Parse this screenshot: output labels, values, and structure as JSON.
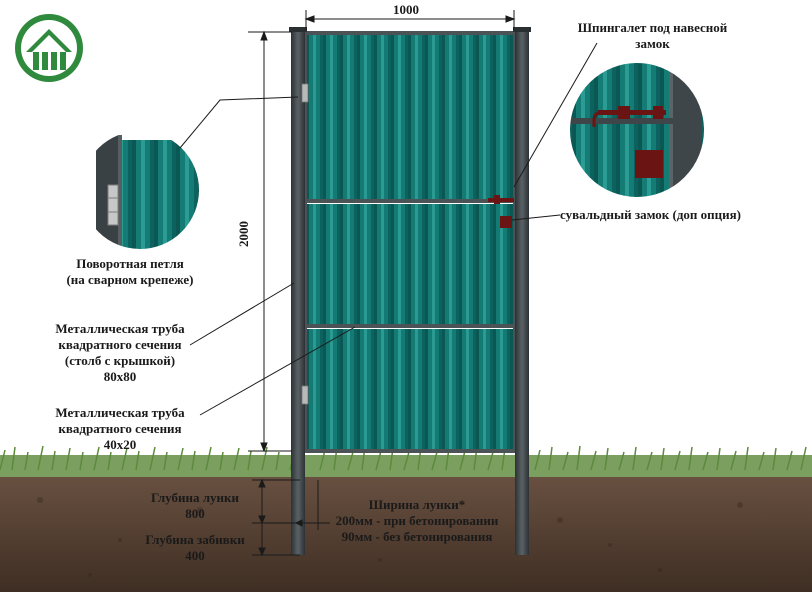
{
  "dimensions": {
    "width": "1000",
    "height": "2000"
  },
  "labels": {
    "latch_line1": "Шпингалет под навесной",
    "latch_line2": "замок",
    "lock": "сувальдный замок (доп опция)",
    "hinge_line1": "Поворотная петля",
    "hinge_line2": "(на сварном крепеже)",
    "post_line1": "Металлическая труба",
    "post_line2": "квадратного сечения",
    "post_line3": "(столб с крышкой)",
    "post_line4": "80х80",
    "frame_line1": "Металлическая труба",
    "frame_line2": "квадратного сечения",
    "frame_line3": "40х20",
    "hole_depth_title": "Глубина лунки",
    "hole_depth_value": "800",
    "drive_depth_title": "Глубина забивки",
    "drive_depth_value": "400",
    "hole_width_title": "Ширина лунки*",
    "hole_width_concrete": "200мм - при бетонировании",
    "hole_width_noconcrete": "90мм - без бетонирования"
  },
  "colors": {
    "sheet": "#0f6e69",
    "sheet_light": "#2a9a93",
    "frame": "#3d4448",
    "soil": "#5a4436",
    "grass": "#6f9a54",
    "lock": "#6b1414",
    "logo": "#2f8a3e"
  }
}
